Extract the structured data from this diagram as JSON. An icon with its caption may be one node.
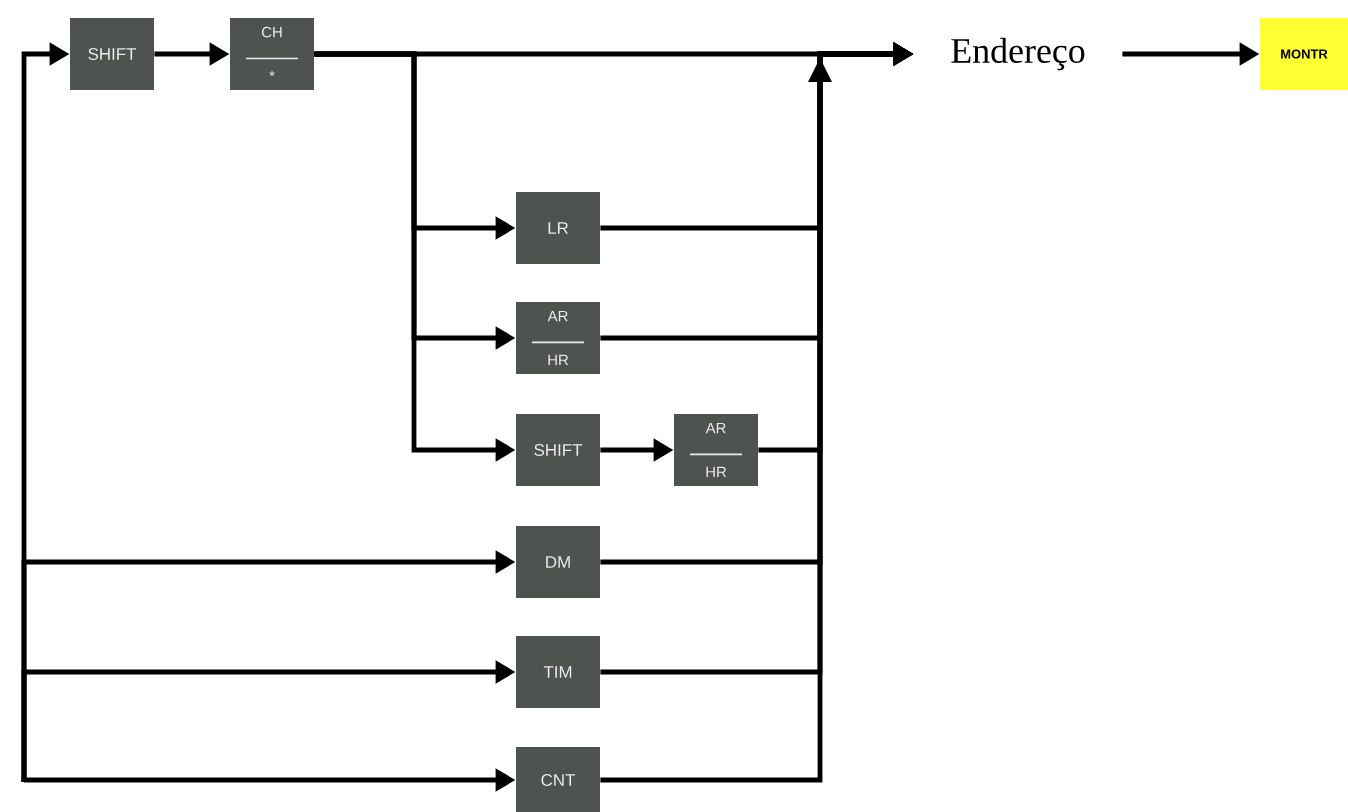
{
  "diagram": {
    "nodes": [
      {
        "text": [
          "SHIFT"
        ]
      },
      {
        "text": [
          "CH",
          "*"
        ]
      },
      {
        "text": [
          "LR"
        ]
      },
      {
        "text": [
          "AR",
          "HR"
        ]
      },
      {
        "text": [
          "SHIFT"
        ]
      },
      {
        "text": [
          "AR",
          "HR"
        ]
      },
      {
        "text": [
          "DM"
        ]
      },
      {
        "text": [
          "TIM"
        ]
      },
      {
        "text": [
          "CNT"
        ]
      },
      {
        "text": [
          "Endereço"
        ]
      },
      {
        "text": [
          "MONTR"
        ]
      }
    ],
    "edges": [
      {
        "from": 0,
        "to": 1,
        "arrow": "to"
      },
      {
        "from": 1,
        "to": 9,
        "arrow": "to"
      },
      {
        "from": 1,
        "to": 2,
        "arrow": "to"
      },
      {
        "from": 1,
        "to": 3,
        "arrow": "to"
      },
      {
        "from": 1,
        "to": 4,
        "arrow": "to"
      },
      {
        "from": 4,
        "to": 5,
        "arrow": "to"
      },
      {
        "from": 2,
        "to": 9,
        "arrow": "to"
      },
      {
        "from": 3,
        "to": 9,
        "arrow": "to"
      },
      {
        "from": 5,
        "to": 9,
        "arrow": "to"
      },
      {
        "from": 6,
        "to": 9,
        "arrow": "to"
      },
      {
        "from": 7,
        "to": 9,
        "arrow": "to"
      },
      {
        "from": 8,
        "to": 9,
        "arrow": "to"
      },
      {
        "from": 9,
        "to": 10,
        "arrow": "to"
      },
      {
        "from": null,
        "to": 0,
        "arrow": "to"
      },
      {
        "from": null,
        "to": 6,
        "arrow": "to"
      },
      {
        "from": null,
        "to": 7,
        "arrow": "to"
      },
      {
        "from": null,
        "to": 8,
        "arrow": "to"
      }
    ]
  }
}
